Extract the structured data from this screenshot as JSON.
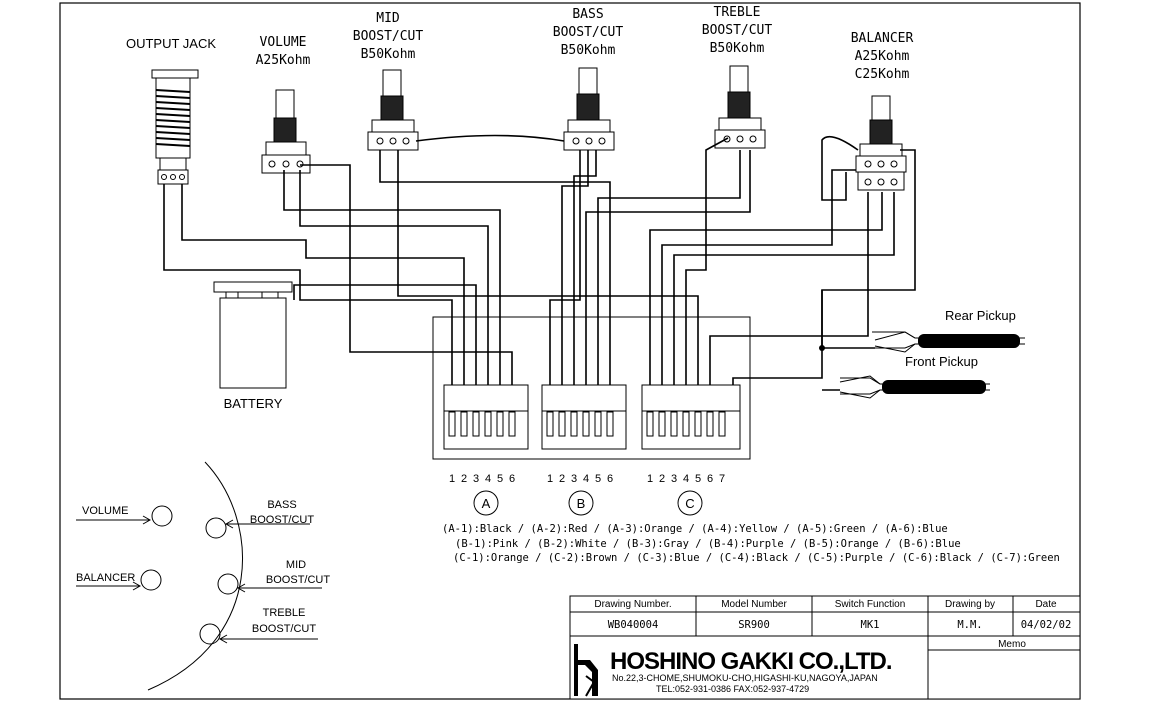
{
  "components": {
    "output_jack": "OUTPUT JACK",
    "volume": [
      "VOLUME",
      "A25Kohm"
    ],
    "mid": [
      "MID",
      "BOOST/CUT",
      "B50Kohm"
    ],
    "bass": [
      "BASS",
      "BOOST/CUT",
      "B50Kohm"
    ],
    "treble": [
      "TREBLE",
      "BOOST/CUT",
      "B50Kohm"
    ],
    "balancer": [
      "BALANCER",
      "A25Kohm",
      "C25Kohm"
    ],
    "battery": "BATTERY",
    "rear_pickup": "Rear Pickup",
    "front_pickup": "Front Pickup"
  },
  "connectors": {
    "a": {
      "letter": "A",
      "pins": [
        "1",
        "2",
        "3",
        "4",
        "5",
        "6"
      ]
    },
    "b": {
      "letter": "B",
      "pins": [
        "1",
        "2",
        "3",
        "4",
        "5",
        "6"
      ]
    },
    "c": {
      "letter": "C",
      "pins": [
        "1",
        "2",
        "3",
        "4",
        "5",
        "6",
        "7"
      ]
    }
  },
  "color_legend": [
    "(A-1):Black / (A-2):Red / (A-3):Orange / (A-4):Yellow / (A-5):Green / (A-6):Blue",
    "(B-1):Pink / (B-2):White / (B-3):Gray / (B-4):Purple / (B-5):Orange / (B-6):Blue",
    "(C-1):Orange / (C-2):Brown / (C-3):Blue / (C-4):Black / (C-5):Purple / (C-6):Black / (C-7):Green"
  ],
  "control_layout": {
    "volume": "VOLUME",
    "balancer": "BALANCER",
    "bass": [
      "BASS",
      "BOOST/CUT"
    ],
    "mid": [
      "MID",
      "BOOST/CUT"
    ],
    "treble": [
      "TREBLE",
      "BOOST/CUT"
    ]
  },
  "title_block": {
    "headers": [
      "Drawing Number.",
      "Model Number",
      "Switch Function",
      "Drawing by",
      "Date"
    ],
    "values": [
      "WB040004",
      "SR900",
      "MK1",
      "M.M.",
      "04/02/02"
    ],
    "memo_label": "Memo",
    "company": "HOSHINO GAKKI CO.,LTD.",
    "address": "No.22,3-CHOME,SHUMOKU-CHO,HIGASHI-KU,NAGOYA,JAPAN",
    "phone": "TEL:052-931-0386  FAX:052-937-4729"
  }
}
